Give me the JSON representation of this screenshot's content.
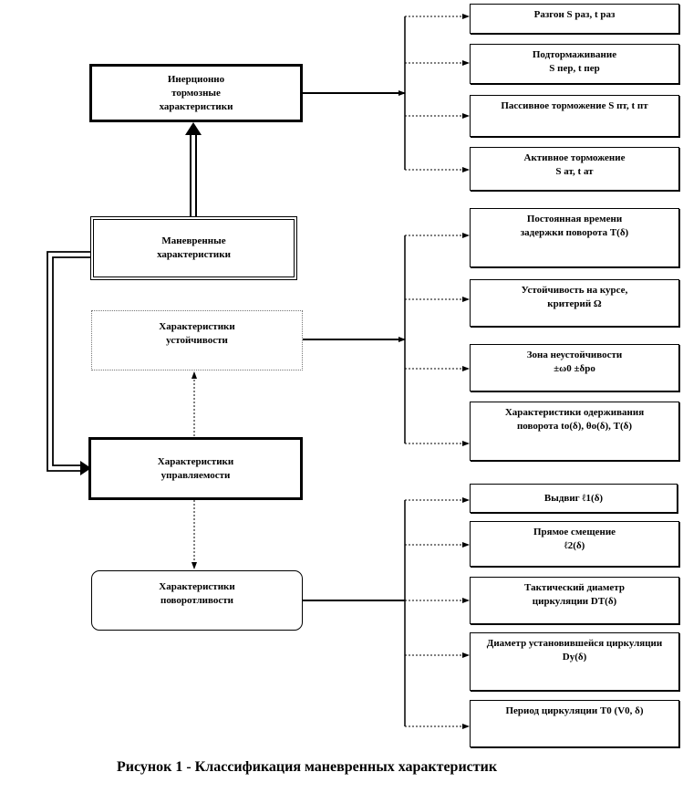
{
  "left_boxes": {
    "inertia": [
      "Инерционно",
      "тормозные",
      "характеристики"
    ],
    "maneuver": [
      "Маневренные",
      "характеристики"
    ],
    "stability": [
      "Характеристики",
      "устойчивости"
    ],
    "control": [
      "Характеристики",
      "управляемости"
    ],
    "turning": [
      "Характеристики",
      "поворотливости"
    ]
  },
  "right_boxes": {
    "r1": [
      "Разгон S раз, t раз"
    ],
    "r2": [
      "Подтормаживание",
      "S пер, t пер"
    ],
    "r3": [
      "Пассивное торможение S пт, t пт"
    ],
    "r4": [
      "Активное торможение",
      "S ат, t ат"
    ],
    "r5": [
      "Постоянная времени",
      "задержки поворота T(δ)"
    ],
    "r6": [
      "Устойчивость на курсе,",
      "критерий Ω"
    ],
    "r7": [
      "Зона неустойчивости",
      "±ω0 ±δро"
    ],
    "r8": [
      "Характеристики одерживания",
      "поворота tо(δ), θо(δ), T(δ)"
    ],
    "r9": [
      "Выдвиг ℓ1(δ)"
    ],
    "r10": [
      "Прямое смещение",
      "ℓ2(δ)"
    ],
    "r11": [
      "Тактический диаметр",
      "циркуляции DT(δ)"
    ],
    "r12": [
      "Диаметр установившейся циркуляции",
      "Dу(δ)"
    ],
    "r13": [
      "Период циркуляции T0 (V0, δ)"
    ]
  },
  "caption": "Рисунок 1 - Классификация маневренных характеристик"
}
